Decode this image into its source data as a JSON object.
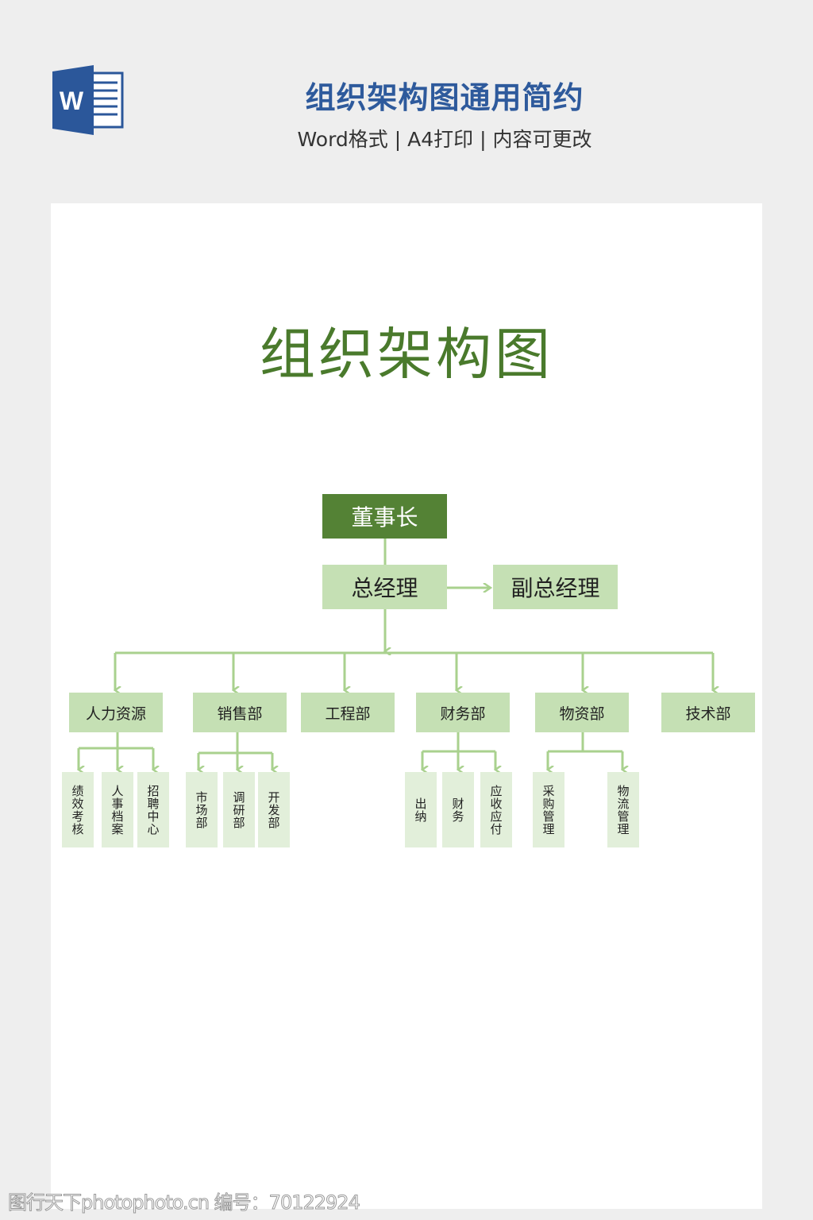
{
  "header": {
    "title": "组织架构图通用简约",
    "subtitle": "Word格式 | A4打印 | 内容可更改",
    "icon": "word-icon"
  },
  "document": {
    "title": "组织架构图"
  },
  "org": {
    "chairman": "董事长",
    "gm": "总经理",
    "deputy_gm": "副总经理",
    "departments": [
      "人力资源",
      "销售部",
      "工程部",
      "财务部",
      "物资部",
      "技术部"
    ],
    "hr_subs": [
      "绩效考核",
      "人事档案",
      "招聘中心"
    ],
    "sales_subs": [
      "市场部",
      "调研部",
      "开发部"
    ],
    "finance_subs": [
      "出纳",
      "财务",
      "应收应付"
    ],
    "materials_subs": [
      "采购管理",
      "物流管理"
    ]
  },
  "colors": {
    "dark_green": "#548235",
    "light_green": "#c5e0b4",
    "pale_green": "#e2efda",
    "line": "#a9d18e",
    "title_blue": "#2e5a9c"
  },
  "watermark": "图行天下photophoto.cn 编号：70122924"
}
